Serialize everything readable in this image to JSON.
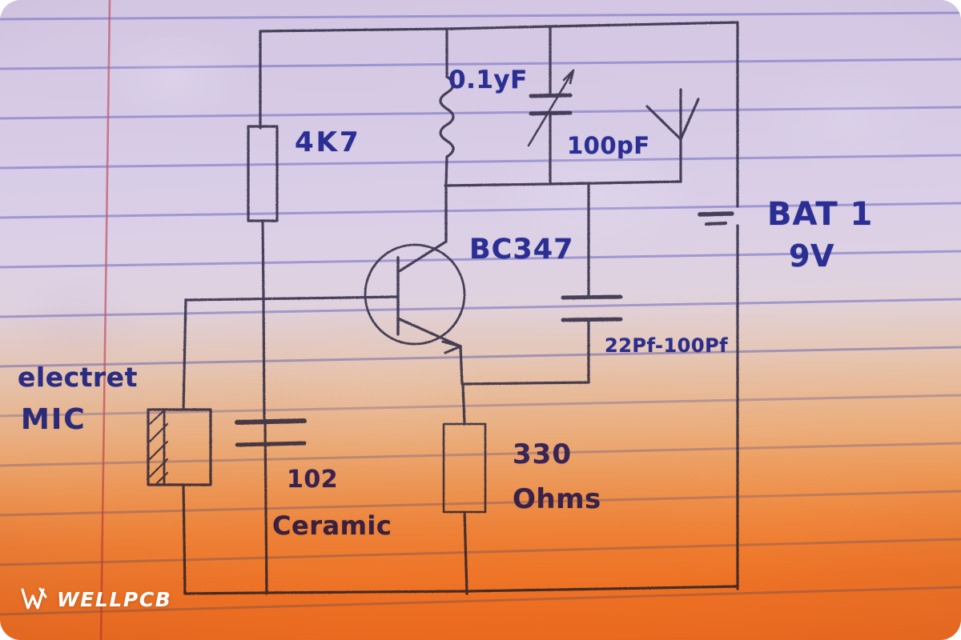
{
  "image": {
    "subject": "hand-drawn FM transmitter circuit schematic on ruled notebook paper",
    "medium": "photograph of pencil drawing with blue ballpoint annotations"
  },
  "paper": {
    "rule_color": "#6f6bc0",
    "margin_color": "#c2566a",
    "paper_top_color": "#d4c7e3",
    "paper_bottom_color": "#f69f4c",
    "rule_count": 16
  },
  "ink": {
    "pencil_color": "#3b3550",
    "pen_color": "#2b2f93"
  },
  "labels": {
    "inductor": "0.1yF",
    "resistor_bias": "4K7",
    "trimmer_cap": "100pF",
    "transistor": "BC347",
    "feedback_cap": "22Pf-100Pf",
    "battery_name": "BAT 1",
    "battery_voltage": "9V",
    "microphone_line1": "electret",
    "microphone_line2": "MIC",
    "coupling_cap_line1": "102",
    "coupling_cap_line2": "Ceramic",
    "emitter_resistor_line1": "330",
    "emitter_resistor_line2": "Ohms"
  },
  "components": [
    {
      "id": "r-bias",
      "type": "resistor",
      "label": "4K7",
      "terminals": "top rail to transistor base node"
    },
    {
      "id": "l-tank",
      "type": "inductor",
      "label": "0.1yF",
      "terminals": "top rail to tank node"
    },
    {
      "id": "c-trimmer",
      "type": "variable-capacitor",
      "label": "100pF",
      "terminals": "top rail to tank node"
    },
    {
      "id": "antenna",
      "type": "antenna",
      "label": "",
      "terminals": "tank node to air"
    },
    {
      "id": "q1",
      "type": "npn-transistor",
      "label": "BC347",
      "terminals": "base, collector, emitter"
    },
    {
      "id": "c-feedback",
      "type": "capacitor",
      "label": "22Pf-100Pf",
      "terminals": "collector node to emitter node"
    },
    {
      "id": "bat1",
      "type": "battery",
      "label": "BAT 1 9V",
      "terminals": "top rail to bottom rail"
    },
    {
      "id": "mic1",
      "type": "electret-microphone",
      "label": "electret MIC",
      "terminals": "base input to ground rail"
    },
    {
      "id": "c-couple",
      "type": "capacitor",
      "label": "102 Ceramic",
      "terminals": "base node to ground rail"
    },
    {
      "id": "r-emitter",
      "type": "resistor",
      "label": "330 Ohms",
      "terminals": "emitter to ground rail"
    }
  ],
  "watermark": {
    "brand": "WELLPCB",
    "mark": "w-logo-icon",
    "color": "#ffffff"
  }
}
